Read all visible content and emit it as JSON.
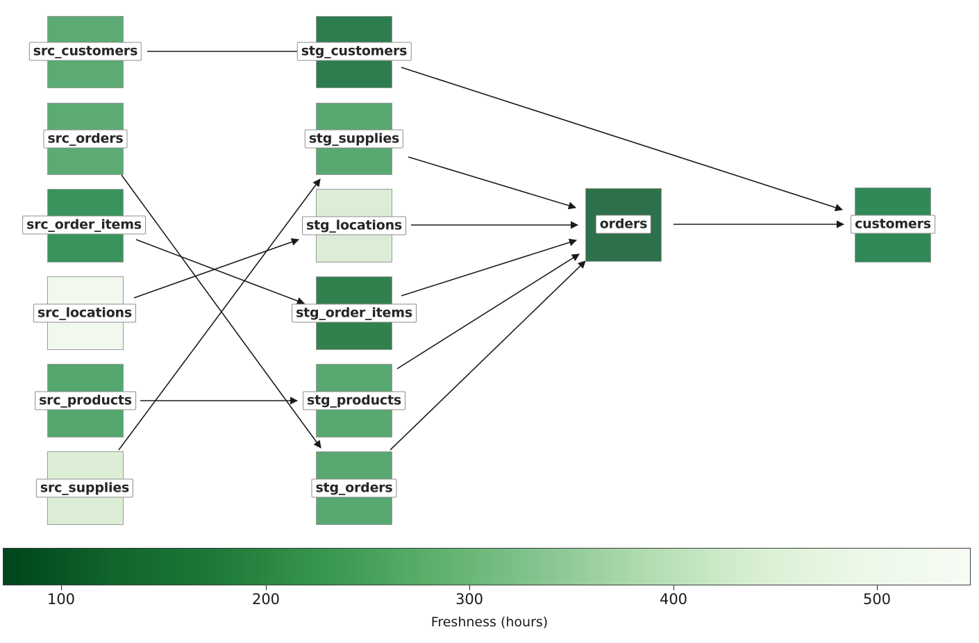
{
  "chart_data": {
    "type": "diagram",
    "title": "",
    "subtitle": "",
    "description": "dbt-style data lineage DAG coloured by model freshness",
    "colorbar": {
      "label": "Freshness (hours)",
      "ticks": [
        100,
        200,
        300,
        400,
        500
      ],
      "tick_labels": [
        "100",
        "200",
        "300",
        "400",
        "500"
      ],
      "vmin": 60,
      "vmax": 560,
      "colormap": "Greens_r",
      "low_color": "#00441b",
      "high_color": "#f7fcf5",
      "orientation": "horizontal"
    },
    "layers": [
      "source",
      "staging",
      "mart",
      "final"
    ],
    "nodes": [
      {
        "id": "src_customers",
        "label": "src_customers",
        "layer": "source",
        "column": 0,
        "row": 0,
        "freshness": 260,
        "color": "#5cab74"
      },
      {
        "id": "src_orders",
        "label": "src_orders",
        "layer": "source",
        "column": 0,
        "row": 1,
        "freshness": 265,
        "color": "#5cab74"
      },
      {
        "id": "src_order_items",
        "label": "src_order_items",
        "layer": "source",
        "column": 0,
        "row": 2,
        "freshness": 180,
        "color": "#38945c"
      },
      {
        "id": "src_locations",
        "label": "src_locations",
        "layer": "source",
        "column": 0,
        "row": 3,
        "freshness": 545,
        "color": "#f1f8ee"
      },
      {
        "id": "src_products",
        "label": "src_products",
        "layer": "source",
        "column": 0,
        "row": 4,
        "freshness": 235,
        "color": "#54a76f"
      },
      {
        "id": "src_supplies",
        "label": "src_supplies",
        "layer": "source",
        "column": 0,
        "row": 5,
        "freshness": 500,
        "color": "#dcefd6"
      },
      {
        "id": "stg_customers",
        "label": "stg_customers",
        "layer": "staging",
        "column": 1,
        "row": 0,
        "freshness": 150,
        "color": "#2e7d4f"
      },
      {
        "id": "stg_supplies",
        "label": "stg_supplies",
        "layer": "staging",
        "column": 1,
        "row": 1,
        "freshness": 250,
        "color": "#57a971"
      },
      {
        "id": "stg_locations",
        "label": "stg_locations",
        "layer": "staging",
        "column": 1,
        "row": 2,
        "freshness": 505,
        "color": "#dcedd7"
      },
      {
        "id": "stg_order_items",
        "label": "stg_order_items",
        "layer": "staging",
        "column": 1,
        "row": 3,
        "freshness": 165,
        "color": "#31814f"
      },
      {
        "id": "stg_products",
        "label": "stg_products",
        "layer": "staging",
        "column": 1,
        "row": 4,
        "freshness": 250,
        "color": "#57a971"
      },
      {
        "id": "stg_orders",
        "label": "stg_orders",
        "layer": "staging",
        "column": 1,
        "row": 5,
        "freshness": 248,
        "color": "#57a971"
      },
      {
        "id": "orders",
        "label": "orders",
        "layer": "mart",
        "column": 2,
        "row": 2,
        "freshness": 140,
        "color": "#2e7049"
      },
      {
        "id": "customers",
        "label": "customers",
        "layer": "final",
        "column": 3,
        "row": 2,
        "freshness": 215,
        "color": "#2f8a57"
      }
    ],
    "edges": [
      {
        "from": "src_customers",
        "to": "stg_customers"
      },
      {
        "from": "src_orders",
        "to": "stg_orders"
      },
      {
        "from": "src_order_items",
        "to": "stg_order_items"
      },
      {
        "from": "src_locations",
        "to": "stg_locations"
      },
      {
        "from": "src_products",
        "to": "stg_products"
      },
      {
        "from": "src_supplies",
        "to": "stg_supplies"
      },
      {
        "from": "stg_supplies",
        "to": "orders"
      },
      {
        "from": "stg_locations",
        "to": "orders"
      },
      {
        "from": "stg_order_items",
        "to": "orders"
      },
      {
        "from": "stg_products",
        "to": "orders"
      },
      {
        "from": "stg_orders",
        "to": "orders"
      },
      {
        "from": "stg_customers",
        "to": "customers"
      },
      {
        "from": "orders",
        "to": "customers"
      }
    ]
  }
}
